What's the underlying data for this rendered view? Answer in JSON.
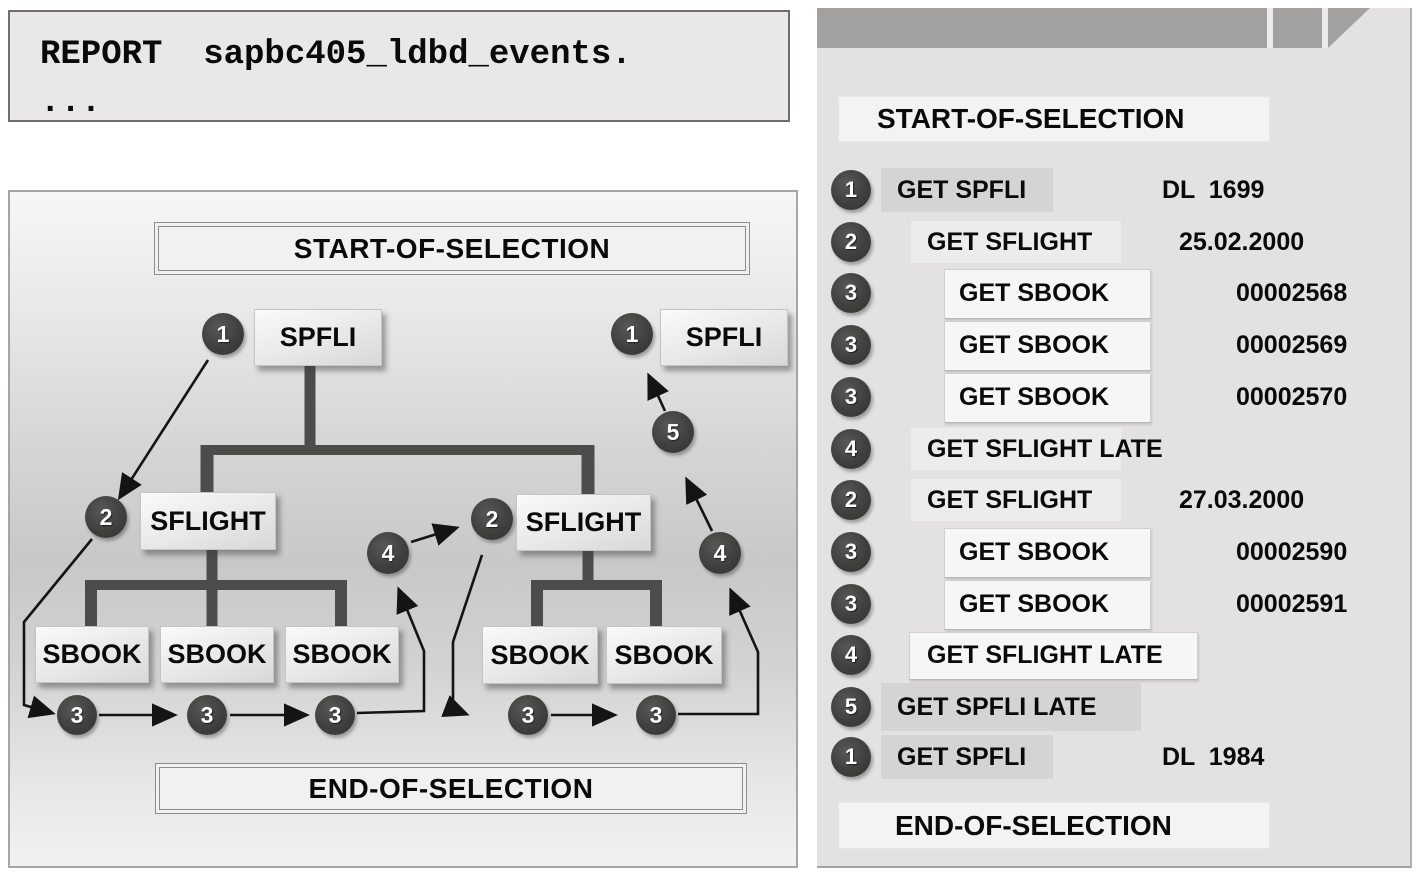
{
  "code_window": {
    "line1": "REPORT  sapbc405_ldbd_events.",
    "line2": "..."
  },
  "diagram": {
    "start_label": "START-OF-SELECTION",
    "end_label": "END-OF-SELECTION",
    "node_labels": {
      "root": "SPFLI",
      "child": "SFLIGHT",
      "leaf": "SBOOK"
    },
    "markers": [
      "1",
      "1",
      "2",
      "2",
      "4",
      "4",
      "5",
      "3",
      "3",
      "3",
      "3",
      "3"
    ]
  },
  "panel": {
    "header": "START-OF-SELECTION",
    "footer": "END-OF-SELECTION",
    "rows": [
      {
        "circle": "1",
        "label": "GET SPFLI",
        "value": "DL  1699",
        "level": 1,
        "box": "gray"
      },
      {
        "circle": "2",
        "label": "GET SFLIGHT",
        "value": "25.02.2000",
        "level": 2,
        "box": "faint"
      },
      {
        "circle": "3",
        "label": "GET SBOOK",
        "value": "00002568",
        "level": 3,
        "box": "white"
      },
      {
        "circle": "3",
        "label": "GET SBOOK",
        "value": "00002569",
        "level": 3,
        "box": "white"
      },
      {
        "circle": "3",
        "label": "GET SBOOK",
        "value": "00002570",
        "level": 3,
        "box": "white"
      },
      {
        "circle": "4",
        "label": "GET SFLIGHT LATE",
        "value": "",
        "level": 2,
        "box": "faint"
      },
      {
        "circle": "2",
        "label": "GET SFLIGHT",
        "value": "27.03.2000",
        "level": 2,
        "box": "faint"
      },
      {
        "circle": "3",
        "label": "GET SBOOK",
        "value": "00002590",
        "level": 3,
        "box": "white"
      },
      {
        "circle": "3",
        "label": "GET SBOOK",
        "value": "00002591",
        "level": 3,
        "box": "white"
      },
      {
        "circle": "4",
        "label": "GET SFLIGHT LATE",
        "value": "",
        "level": 2,
        "box": "whitewide"
      },
      {
        "circle": "5",
        "label": "GET SPFLI LATE",
        "value": "",
        "level": 1,
        "box": "graywide"
      },
      {
        "circle": "1",
        "label": "GET SPFLI",
        "value": "DL  1984",
        "level": 1,
        "box": "gray"
      }
    ]
  },
  "colors": {
    "circle_fill": "#403d3d",
    "panel_bar": "#a3a0a0",
    "tree_line": "#4e4b4b",
    "arrow": "#141414"
  }
}
